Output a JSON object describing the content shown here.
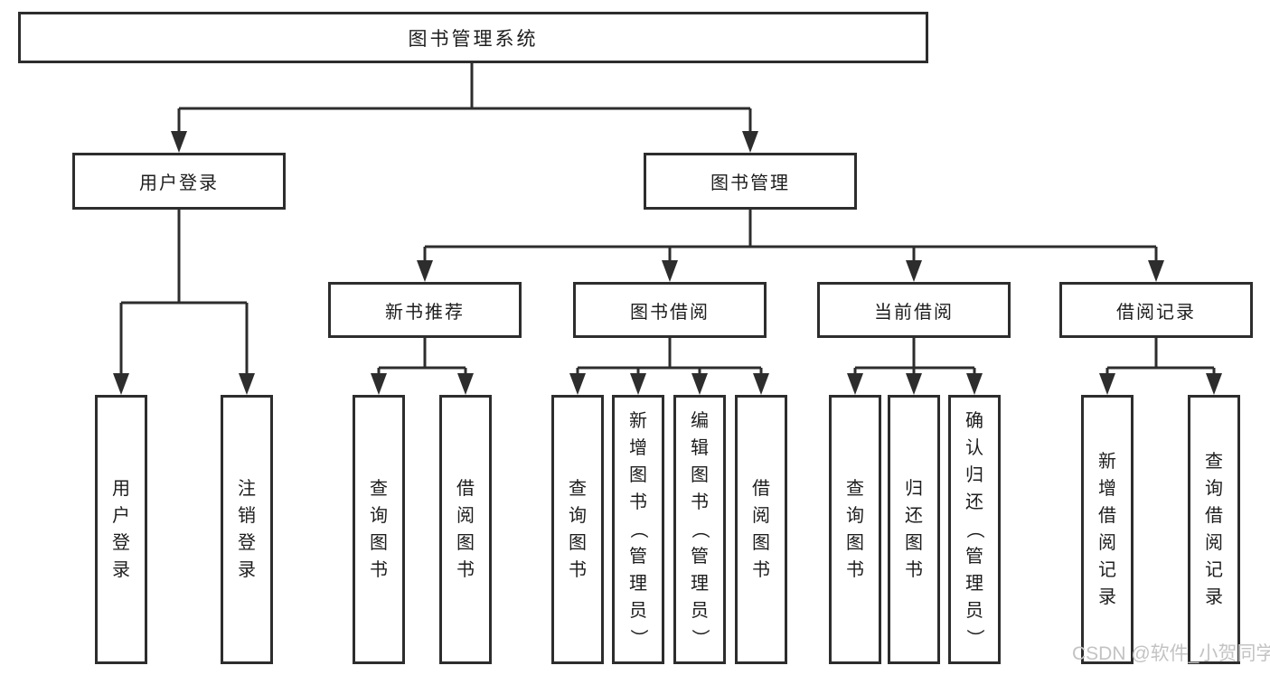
{
  "colors": {
    "line": "#2d2d2d",
    "text": "#1d1d1d",
    "box_background": "#ffffff",
    "background": "#ffffff",
    "watermark": "#c3c3c3"
  },
  "watermark": {
    "text": "CSDN @软件_小贺同学"
  },
  "diagram": {
    "root": {
      "label": "图书管理系统"
    },
    "level2": [
      {
        "label": "用户登录",
        "leaves": [
          {
            "label": "用户登录"
          },
          {
            "label": "注销登录"
          }
        ]
      },
      {
        "label": "图书管理",
        "groups": [
          {
            "label": "新书推荐",
            "leaves": [
              {
                "label": "查询图书"
              },
              {
                "label": "借阅图书"
              }
            ]
          },
          {
            "label": "图书借阅",
            "leaves": [
              {
                "label": "查询图书"
              },
              {
                "label": "新增图书（管理员）"
              },
              {
                "label": "编辑图书（管理员）"
              },
              {
                "label": "借阅图书"
              }
            ]
          },
          {
            "label": "当前借阅",
            "leaves": [
              {
                "label": "查询图书"
              },
              {
                "label": "归还图书"
              },
              {
                "label": "确认归还（管理员）"
              }
            ]
          },
          {
            "label": "借阅记录",
            "leaves": [
              {
                "label": "新增借阅记录"
              },
              {
                "label": "查询借阅记录"
              }
            ]
          }
        ]
      }
    ]
  }
}
